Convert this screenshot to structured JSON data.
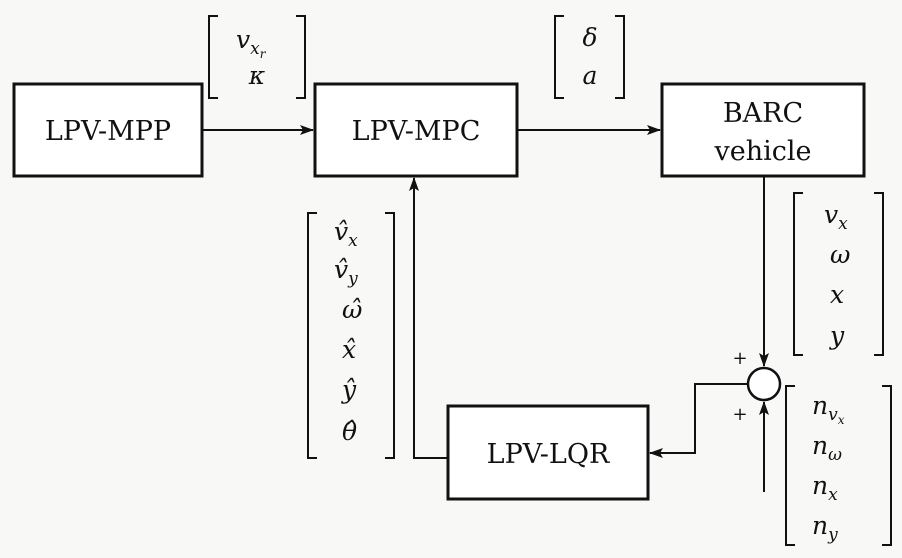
{
  "blocks": {
    "mpp": "LPV-MPP",
    "mpc": "LPV-MPC",
    "barc_line1": "BARC",
    "barc_line2": "vehicle",
    "lqr": "LPV-LQR"
  },
  "signals": {
    "ref": {
      "v": "v",
      "sub": "x",
      "subsub": "r",
      "kappa": "κ"
    },
    "control": [
      "δ",
      "a"
    ],
    "measured": [
      {
        "base": "v",
        "sub": "x"
      },
      {
        "base": "ω",
        "sub": ""
      },
      {
        "base": "x",
        "sub": ""
      },
      {
        "base": "y",
        "sub": ""
      }
    ],
    "noise": [
      {
        "base": "n",
        "sub": "v",
        "subsub": "x"
      },
      {
        "base": "n",
        "sub": "ω",
        "subsub": ""
      },
      {
        "base": "n",
        "sub": "x",
        "subsub": ""
      },
      {
        "base": "n",
        "sub": "y",
        "subsub": ""
      }
    ],
    "estimated": [
      {
        "base": "v̂",
        "sub": "x"
      },
      {
        "base": "v̂",
        "sub": "y"
      },
      {
        "base": "ω̂",
        "sub": ""
      },
      {
        "base": "x̂",
        "sub": ""
      },
      {
        "base": "ŷ",
        "sub": ""
      },
      {
        "base": "θ̂",
        "sub": ""
      }
    ]
  },
  "sum_signs": {
    "top": "+",
    "bottom": "+"
  }
}
